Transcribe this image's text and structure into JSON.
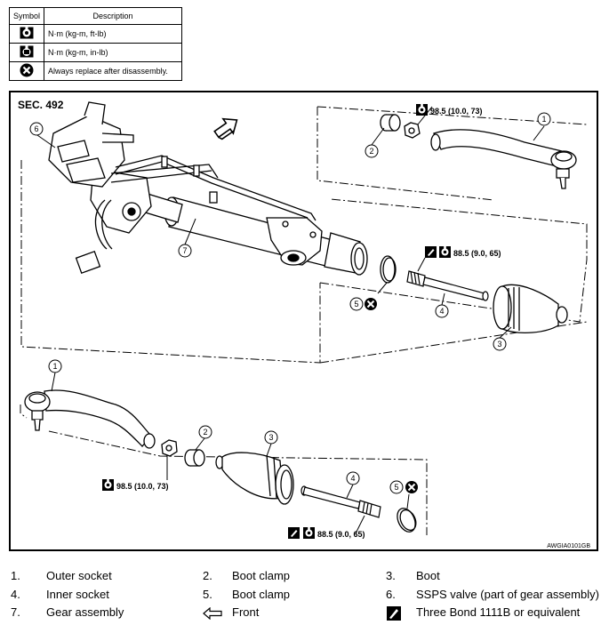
{
  "symbol_table": {
    "headers": [
      "Symbol",
      "Description"
    ],
    "rows": [
      {
        "icon": "torque-wrench-icon",
        "text": "N·m (kg-m, ft-lb)"
      },
      {
        "icon": "torque-wrench-small-icon",
        "text": "N·m (kg-m, in-lb)"
      },
      {
        "icon": "replace-x-icon",
        "text": "Always replace after disassembly."
      }
    ]
  },
  "diagram": {
    "section": "SEC. 492",
    "figure_code": "AWGIA0101GB",
    "torque_top_nut": "98.5 (10.0, 73)",
    "torque_top_inner": "88.5 (9.0, 65)",
    "torque_bottom_nut": "98.5 (10.0, 73)",
    "torque_bottom_inner": "88.5 (9.0, 65)",
    "callouts": [
      "1",
      "2",
      "3",
      "4",
      "5",
      "6",
      "7"
    ]
  },
  "legend": [
    {
      "num": "1.",
      "label": "Outer socket"
    },
    {
      "num": "2.",
      "label": "Boot clamp"
    },
    {
      "num": "3.",
      "label": "Boot"
    },
    {
      "num": "4.",
      "label": "Inner socket"
    },
    {
      "num": "5.",
      "label": "Boot clamp"
    },
    {
      "num": "6.",
      "label": "SSPS valve (part of gear assembly)"
    },
    {
      "num": "7.",
      "label": "Gear assembly"
    },
    {
      "icon": "front-arrow-icon",
      "label": "Front"
    },
    {
      "icon": "sealant-icon",
      "label": "Three Bond 1111B or equivalent"
    }
  ]
}
